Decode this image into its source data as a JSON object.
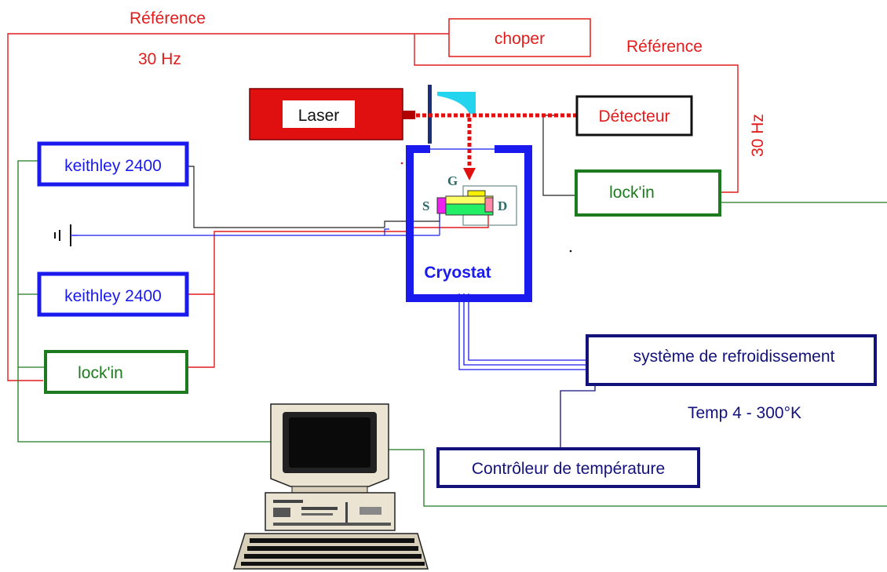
{
  "labels": {
    "reference_left": "Référence",
    "freq_left": "30 Hz",
    "chopper": "choper",
    "reference_right": "Référence",
    "freq_right": "30 Hz",
    "laser": "Laser",
    "detector": "Détecteur",
    "keithley_top": "keithley 2400",
    "keithley_bottom": "keithley 2400",
    "lockin_right": "lock'in",
    "lockin_left": "lock'in",
    "cryostat": "Cryostat",
    "gate": "G",
    "source": "S",
    "drain": "D",
    "cooling_system": "système de refroidissement",
    "temp_range": "Temp 4 - 300°K",
    "temp_controller": "Contrôleur de température"
  },
  "colors": {
    "reference_wire": "#e21c1c",
    "instrument_blue": "#1a1aee",
    "dark_navy": "#12127a",
    "lockin_green": "#1e7a1e",
    "laser_red": "#e01010",
    "chopper_cyan": "#22d4ee"
  }
}
